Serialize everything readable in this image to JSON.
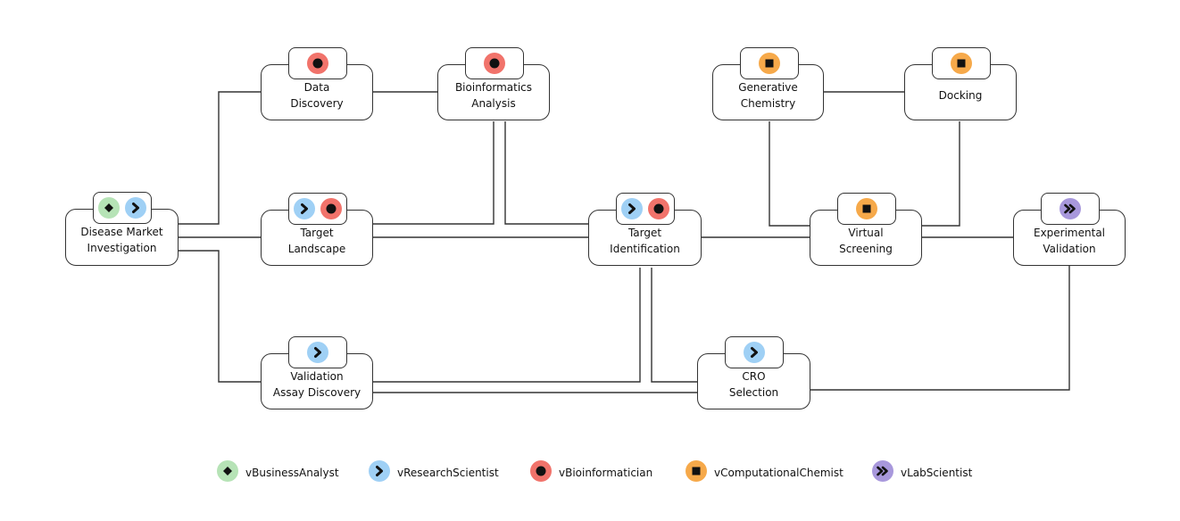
{
  "colors": {
    "vBusinessAnalyst": "#b6e3b6",
    "vResearchScientist": "#9fd0f5",
    "vBioinformatician": "#f1736b",
    "vComputationalChemist": "#f6a94a",
    "vLabScientist": "#a898dc"
  },
  "icons": {
    "vBusinessAnalyst": "diamond-icon",
    "vResearchScientist": "chevron-right-icon",
    "vBioinformatician": "dot-icon",
    "vComputationalChemist": "square-icon",
    "vLabScientist": "double-chevron-icon"
  },
  "nodes": {
    "disease_market": {
      "label": "Disease Market\nInvestigation",
      "roles": [
        "vBusinessAnalyst",
        "vResearchScientist"
      ]
    },
    "data_discovery": {
      "label": "Data\nDiscovery",
      "roles": [
        "vBioinformatician"
      ]
    },
    "bioinformatics": {
      "label": "Bioinformatics\nAnalysis",
      "roles": [
        "vBioinformatician"
      ]
    },
    "target_landscape": {
      "label": "Target\nLandscape",
      "roles": [
        "vResearchScientist",
        "vBioinformatician"
      ]
    },
    "target_identification": {
      "label": "Target\nIdentification",
      "roles": [
        "vResearchScientist",
        "vBioinformatician"
      ]
    },
    "validation_assay": {
      "label": "Validation\nAssay Discovery",
      "roles": [
        "vResearchScientist"
      ]
    },
    "cro_selection": {
      "label": "CRO\nSelection",
      "roles": [
        "vResearchScientist"
      ]
    },
    "generative_chemistry": {
      "label": "Generative\nChemistry",
      "roles": [
        "vComputationalChemist"
      ]
    },
    "docking": {
      "label": "Docking",
      "roles": [
        "vComputationalChemist"
      ]
    },
    "virtual_screening": {
      "label": "Virtual\nScreening",
      "roles": [
        "vComputationalChemist"
      ]
    },
    "experimental_validation": {
      "label": "Experimental\nValidation",
      "roles": [
        "vLabScientist"
      ]
    }
  },
  "legend": [
    {
      "role": "vBusinessAnalyst",
      "label": "vBusinessAnalyst"
    },
    {
      "role": "vResearchScientist",
      "label": "vResearchScientist"
    },
    {
      "role": "vBioinformatician",
      "label": "vBioinformatician"
    },
    {
      "role": "vComputationalChemist",
      "label": "vComputationalChemist"
    },
    {
      "role": "vLabScientist",
      "label": "vLabScientist"
    }
  ]
}
